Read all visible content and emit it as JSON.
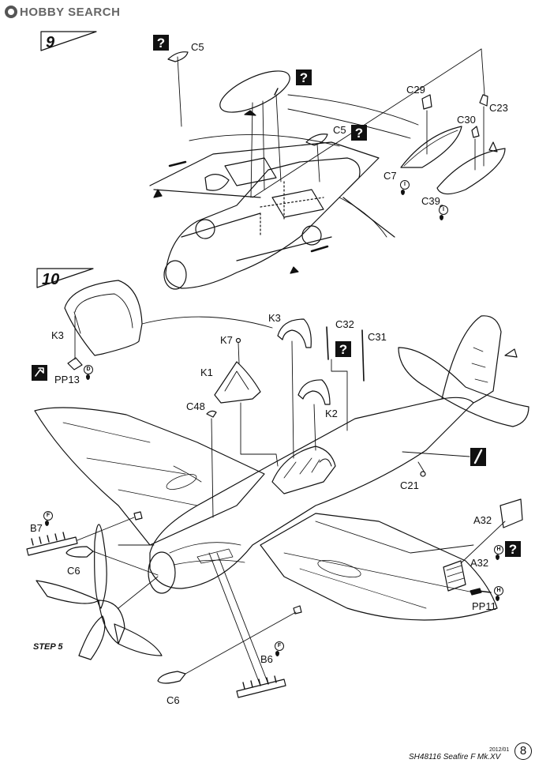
{
  "logo": {
    "text": "HOBBY SEARCH"
  },
  "steps": {
    "step9": "9",
    "step10": "10",
    "step5_note": "STEP 5"
  },
  "question_mark": "?",
  "parts": {
    "c5_top": "C5",
    "c5_mid": "C5",
    "c29": "C29",
    "c23": "C23",
    "c30": "C30",
    "c7": "C7",
    "c39": "C39",
    "k3_left": "K3",
    "k3_right": "K3",
    "c32": "C32",
    "c31": "C31",
    "k7": "K7",
    "k1": "K1",
    "k2": "K2",
    "pp13": "PP13",
    "c48": "C48",
    "c21": "C21",
    "b7": "B7",
    "c6_left": "C6",
    "c6_bottom": "C6",
    "b6": "B6",
    "a32_top": "A32",
    "a32_mid": "A32",
    "pp11": "PP11"
  },
  "paint_codes": {
    "c7": "I",
    "c39": "I",
    "pp13": "D",
    "b7": "F",
    "b6": "F",
    "a32": "H",
    "pp11": "H"
  },
  "footer": {
    "product": "SH48116  Seafire F Mk.XV",
    "year": "2012/01",
    "page": "8"
  }
}
